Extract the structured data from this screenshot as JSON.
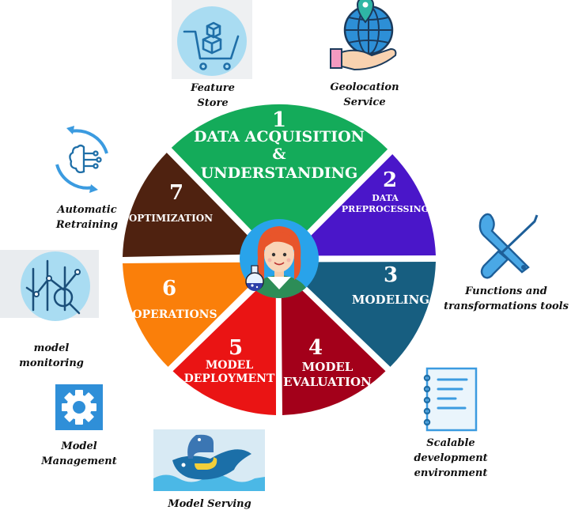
{
  "segments": [
    {
      "number": "1",
      "line1": "DATA ACQUISITION",
      "line2": "&",
      "line3": "UNDERSTANDING",
      "color": "#14ab5a"
    },
    {
      "number": "2",
      "line1": "DATA",
      "line2": "PREPROCESSING",
      "color": "#4a16c9"
    },
    {
      "number": "3",
      "line1": "MODELING",
      "color": "#175e80"
    },
    {
      "number": "4",
      "line1": "MODEL",
      "line2": "EVALUATION",
      "color": "#a3001a"
    },
    {
      "number": "5",
      "line1": "MODEL",
      "line2": "DEPLOYMENT",
      "color": "#ea1414"
    },
    {
      "number": "6",
      "line1": "OPERATIONS",
      "color": "#fa7f0a"
    },
    {
      "number": "7",
      "line1": "OPTIMIZATION",
      "color": "#4f2210"
    }
  ],
  "tools": {
    "feature_store": {
      "line1": "Feature",
      "line2": "Store",
      "icon": "shopping-cart-cubes-icon"
    },
    "geolocation": {
      "line1": "Geolocation",
      "line2": "Service",
      "icon": "globe-hand-icon"
    },
    "retraining": {
      "line1": "Automatic",
      "line2": "Retraining",
      "icon": "brain-cycle-icon"
    },
    "functions": {
      "line1": "Functions and",
      "line2": "transformations tools",
      "icon": "wrench-screwdriver-icon"
    },
    "monitoring": {
      "line1": "model",
      "line2": "monitoring",
      "icon": "chart-magnifier-icon"
    },
    "management": {
      "line1": "Model",
      "line2": "Management",
      "icon": "gear-icon"
    },
    "serving": {
      "line1": "Model Serving",
      "icon": "python-whale-icon"
    },
    "scalable": {
      "line1": "Scalable",
      "line2": "development",
      "line3": "environment",
      "icon": "notebook-icon"
    }
  },
  "center": {
    "icon": "scientist-avatar-icon",
    "bg": "#29a3ea"
  }
}
